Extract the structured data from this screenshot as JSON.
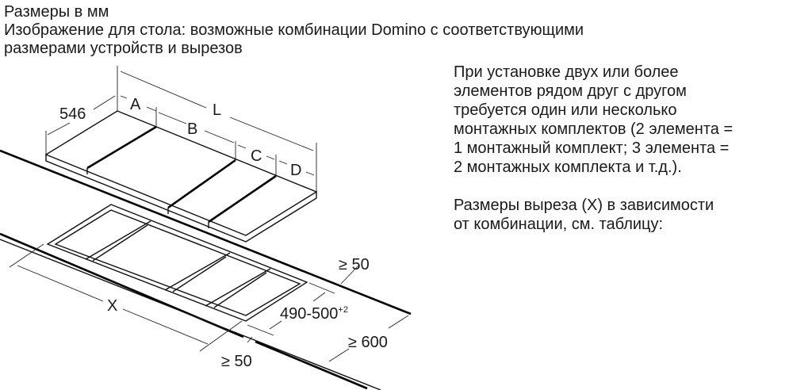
{
  "header": {
    "line1": "Размеры в мм",
    "line2": "Изображение для стола: возможные комбинации Domino с соответствующими",
    "line3": "размерами устройств и вырезов"
  },
  "notes": {
    "p1": [
      "При установке двух или более",
      "элементов рядом друг с другом",
      "требуется один или несколько",
      "монтажных комплектов (2 элемента =",
      "1 монтажный комплект; 3 элемента =",
      "2 монтажных комплекта и т.д.)."
    ],
    "p2": [
      "Размеры выреза (X) в зависимости",
      "от комбинации, см. таблицу:"
    ]
  },
  "diagram": {
    "depth": "546",
    "a": "A",
    "b": "B",
    "c": "C",
    "d": "D",
    "l": "L",
    "x": "X",
    "back_gap": "≥ 50",
    "cut_depth": "490-500",
    "cut_depth_tol": "+2",
    "counter_depth": "≥ 600",
    "front_gap": "≥ 50"
  }
}
